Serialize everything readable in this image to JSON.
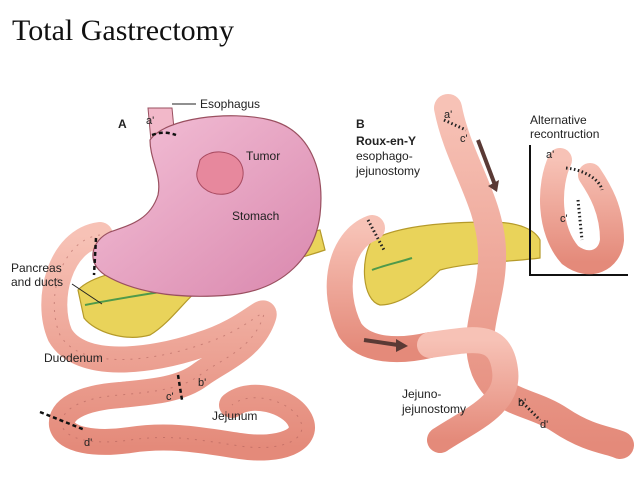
{
  "title": "Total Gastrectomy",
  "panel_a": {
    "letter": "A",
    "labels": {
      "esophagus": "Esophagus",
      "tumor": "Tumor",
      "stomach": "Stomach",
      "pancreas_line1": "Pancreas",
      "pancreas_line2": "and ducts",
      "duodenum": "Duodenum",
      "jejunum": "Jejunum"
    },
    "markers": {
      "a": "a'",
      "b": "b'",
      "c": "c'",
      "d": "d'"
    }
  },
  "panel_b": {
    "letter": "B",
    "procedure_line1": "Roux-en-Y",
    "procedure_line2": "esophago-",
    "procedure_line3": "jejunostomy",
    "jejuno_line1": "Jejuno-",
    "jejuno_line2": "jejunostomy",
    "markers": {
      "a": "a'",
      "b": "b'",
      "c": "c'",
      "d": "d'"
    }
  },
  "inset": {
    "title_line1": "Alternative",
    "title_line2": "recontruction",
    "markers": {
      "a": "a'",
      "c": "c'"
    }
  },
  "colors": {
    "stomach": "#e9a3c2",
    "intestine": "#f0a596",
    "pancreas": "#e9d35a",
    "outline": "#9a5060"
  }
}
